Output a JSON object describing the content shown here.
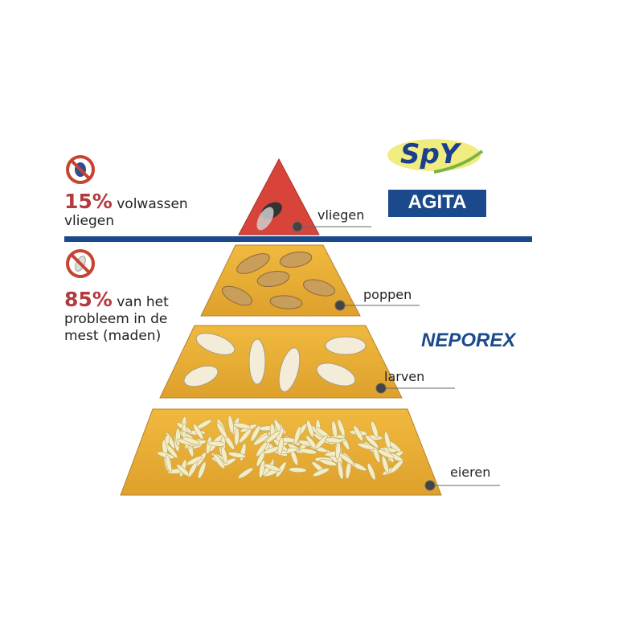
{
  "left": {
    "adult": {
      "percent": "15%",
      "text1": "volwassen",
      "text2": "vliegen"
    },
    "larvae": {
      "percent": "85%",
      "text1": "van het",
      "text2": "probleem in de",
      "text3": "mest (maden)"
    }
  },
  "brands": {
    "spy": "SpY",
    "agita": "AGITA",
    "neporex": "NEPOREX"
  },
  "tiers": [
    {
      "label": "vliegen"
    },
    {
      "label": "poppen"
    },
    {
      "label": "larven"
    },
    {
      "label": "eieren"
    }
  ],
  "colors": {
    "red": "#d9443a",
    "gold": "#e6ac32",
    "blue": "#1b4a8c",
    "pct": "#b33a3f"
  }
}
